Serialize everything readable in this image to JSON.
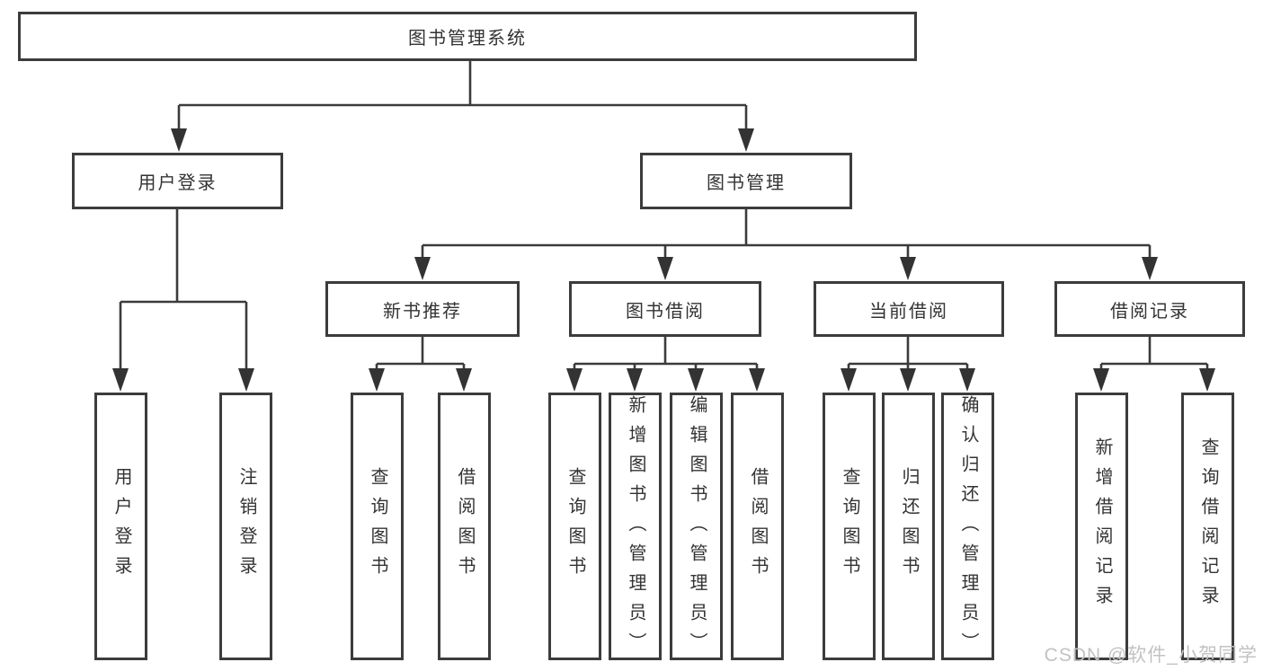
{
  "diagram": {
    "root": {
      "label": "图书管理系统"
    },
    "branches": [
      {
        "label": "用户登录",
        "children": [
          {
            "label": "用户登录"
          },
          {
            "label": "注销登录"
          }
        ]
      },
      {
        "label": "图书管理",
        "children": [
          {
            "label": "新书推荐",
            "children": [
              {
                "label": "查询图书"
              },
              {
                "label": "借阅图书"
              }
            ]
          },
          {
            "label": "图书借阅",
            "children": [
              {
                "label": "查询图书"
              },
              {
                "label": "新增图书（管理员）"
              },
              {
                "label": "编辑图书（管理员）"
              },
              {
                "label": "借阅图书"
              }
            ]
          },
          {
            "label": "当前借阅",
            "children": [
              {
                "label": "查询图书"
              },
              {
                "label": "归还图书"
              },
              {
                "label": "确认归还（管理员）"
              }
            ]
          },
          {
            "label": "借阅记录",
            "children": [
              {
                "label": "新增借阅记录"
              },
              {
                "label": "查询借阅记录"
              }
            ]
          }
        ]
      }
    ],
    "colors": {
      "line": "#3b3b3b",
      "border": "#3c3c3c",
      "text": "#333333",
      "background": "#ffffff",
      "watermark": "#c2c2c2"
    }
  },
  "watermark": {
    "text": "CSDN @软件_小贺同学"
  }
}
